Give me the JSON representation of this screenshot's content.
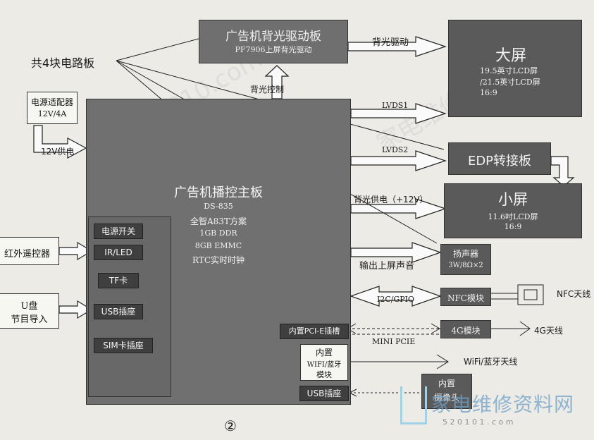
{
  "nodes": {
    "backlight_board": {
      "title": "广告机背光驱动板",
      "sub": "PF7906上屏背光驱动"
    },
    "big_screen": {
      "title": "大屏",
      "lines": [
        "19.5英寸LCD屏",
        "/21.5英寸LCD屏",
        "16:9"
      ]
    },
    "edp_board": {
      "title": "EDP转接板"
    },
    "small_screen": {
      "title": "小屏",
      "lines": [
        "11.6吋LCD屏",
        "16:9"
      ]
    },
    "main_board": {
      "title": "广告机播控主板",
      "lines": [
        "DS-835",
        "全智A83T方案",
        "1GB DDR",
        "8GB EMMC",
        "RTC实时时钟"
      ]
    },
    "power_adapter": {
      "title": "电源适配器",
      "sub": "12V/4A"
    },
    "ir_remote": {
      "title": "红外遥控器"
    },
    "udisk": {
      "title": "U盘",
      "sub": "节目导入"
    },
    "speaker": {
      "title": "扬声器",
      "sub": "3W/8Ω×2"
    },
    "nfc_module": {
      "title": "NFC模块"
    },
    "module_4g": {
      "title": "4G模块"
    },
    "wifi_module": {
      "title": "内置",
      "lines": [
        "WIFI/蓝牙",
        "模块"
      ]
    },
    "builtin_camera": {
      "title": "内置",
      "sub": "摄像头"
    }
  },
  "chips": {
    "power_switch": "电源开关",
    "ir_led": "IR/LED",
    "tf_card": "TF卡",
    "usb_socket": "USB插座",
    "sim_socket": "SIM卡插座",
    "pcie_slot": "内置PCI-E插槽",
    "usb_socket_2": "USB插座"
  },
  "labels": {
    "four_boards": "共4块电路板",
    "backlight_drive": "背光驱动",
    "backlight_control": "背光控制",
    "lvds1": "LVDS1",
    "lvds2": "LVDS2",
    "backlight_power": "背光供电（+12V）",
    "power_12v": "12V供电",
    "audio_out": "输出上屏声音",
    "i2c_gpio": "I2C/GPIO",
    "mini_pcie": "MINI PCIE",
    "nfc_antenna": "NFC天线",
    "antenna_4g": "4G天线",
    "wifi_antenna": "WiFi/蓝牙天线",
    "figure_no": "②"
  },
  "watermark": {
    "site": "家电维修资料网",
    "url": "5 2 0 1 0 1 . c o m"
  }
}
